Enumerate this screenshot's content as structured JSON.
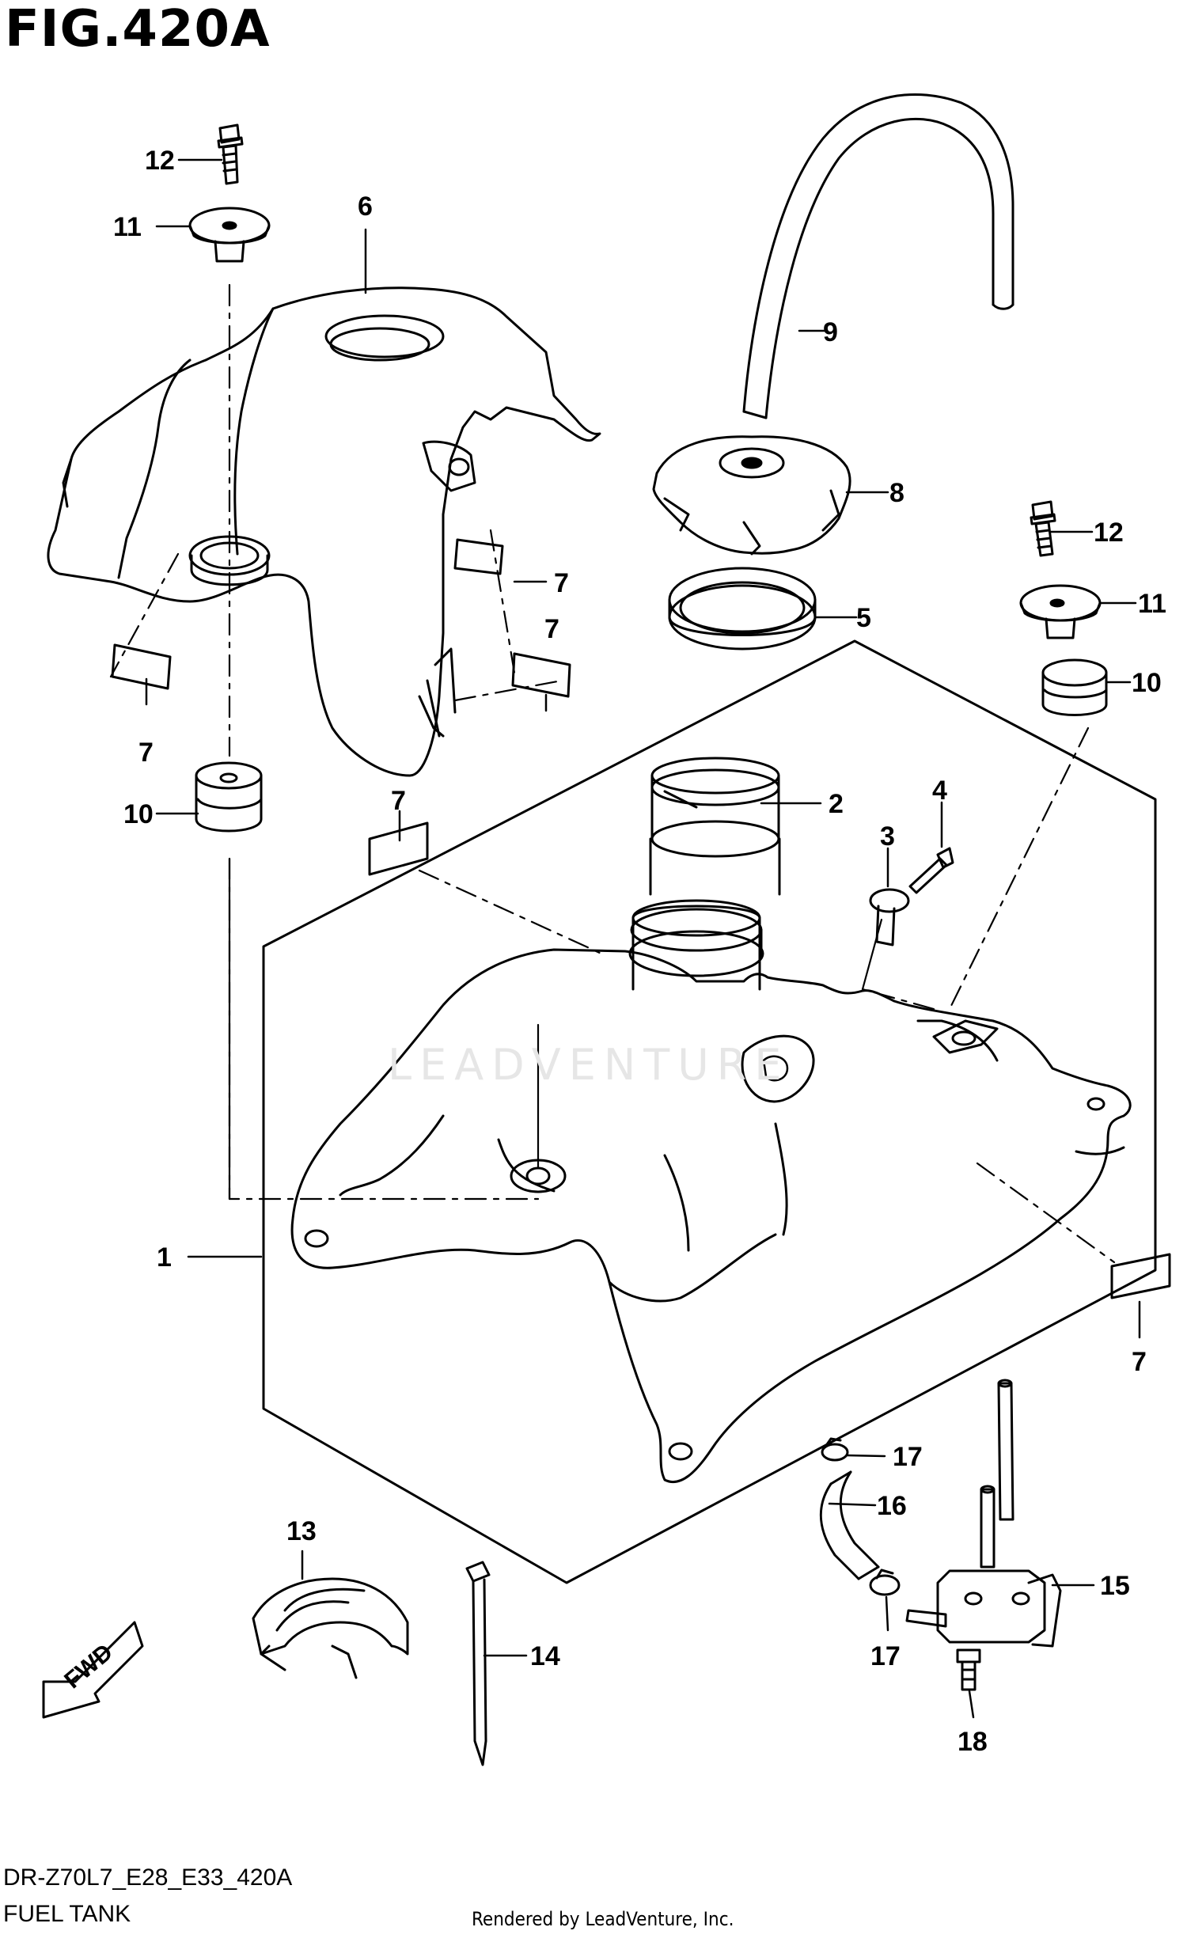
{
  "figure": {
    "title": "FIG.420A",
    "model_code": "DR-Z70L7_E28_E33_420A",
    "name": "FUEL TANK",
    "render_credit": "Rendered by LeadVenture, Inc.",
    "watermark": "LEADVENTURE",
    "direction_label": "FWD"
  },
  "callouts": [
    {
      "id": "c1",
      "num": "1",
      "part": "fuel-tank"
    },
    {
      "id": "c2",
      "num": "2",
      "part": "filler-neck"
    },
    {
      "id": "c3",
      "num": "3",
      "part": "bracket"
    },
    {
      "id": "c4",
      "num": "4",
      "part": "screw"
    },
    {
      "id": "c5",
      "num": "5",
      "part": "cap-gasket"
    },
    {
      "id": "c6",
      "num": "6",
      "part": "tank-cover"
    },
    {
      "id": "c7a",
      "num": "7",
      "part": "cushion-pad"
    },
    {
      "id": "c7b",
      "num": "7",
      "part": "cushion-pad"
    },
    {
      "id": "c7c",
      "num": "7",
      "part": "cushion-pad"
    },
    {
      "id": "c7d",
      "num": "7",
      "part": "cushion-pad"
    },
    {
      "id": "c7e",
      "num": "7",
      "part": "cushion-pad"
    },
    {
      "id": "c8",
      "num": "8",
      "part": "fuel-cap"
    },
    {
      "id": "c9",
      "num": "9",
      "part": "breather-hose"
    },
    {
      "id": "c10a",
      "num": "10",
      "part": "cushion"
    },
    {
      "id": "c10b",
      "num": "10",
      "part": "cushion"
    },
    {
      "id": "c11a",
      "num": "11",
      "part": "washer"
    },
    {
      "id": "c11b",
      "num": "11",
      "part": "washer"
    },
    {
      "id": "c12a",
      "num": "12",
      "part": "bolt"
    },
    {
      "id": "c12b",
      "num": "12",
      "part": "bolt"
    },
    {
      "id": "c13",
      "num": "13",
      "part": "cushion-band"
    },
    {
      "id": "c14",
      "num": "14",
      "part": "clamp-tie"
    },
    {
      "id": "c15",
      "num": "15",
      "part": "fuel-cock"
    },
    {
      "id": "c16",
      "num": "16",
      "part": "fuel-hose"
    },
    {
      "id": "c17a",
      "num": "17",
      "part": "hose-clip"
    },
    {
      "id": "c17b",
      "num": "17",
      "part": "hose-clip"
    },
    {
      "id": "c18",
      "num": "18",
      "part": "screw"
    }
  ]
}
